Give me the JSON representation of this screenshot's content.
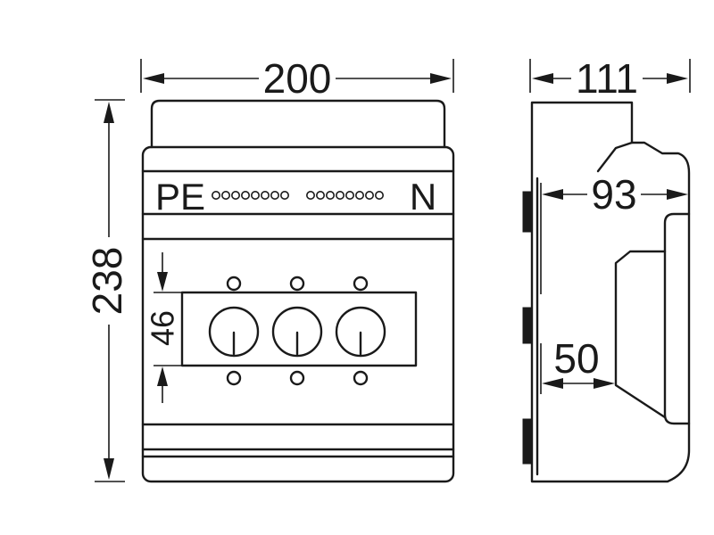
{
  "front_view": {
    "width_label": "200",
    "height_label": "238",
    "module_height_label": "46",
    "pe_label": "PE",
    "n_label": "N"
  },
  "side_view": {
    "depth_label": "111",
    "inner_depth_label": "93",
    "window_depth_label": "50"
  },
  "colors": {
    "line": "#1a1a1a",
    "background": "#ffffff"
  }
}
